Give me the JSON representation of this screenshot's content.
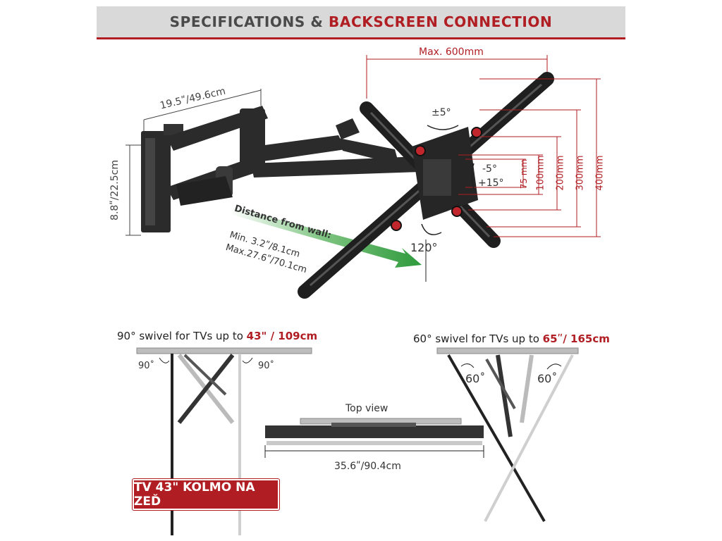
{
  "header": {
    "title_part1": "SPECIFICATIONS & ",
    "title_part2": "BACKSCREEN CONNECTION"
  },
  "dimensions": {
    "max_width": "Max. 600mm",
    "arm_length": "19.5ʺ/49.6cm",
    "wall_plate_height": "8.8ʺ/22.5cm",
    "tilt_rotation": "±5°",
    "tilt_down": "-5°",
    "tilt_up": "+15°",
    "vesa_75": "75 mm",
    "vesa_100": "100mm",
    "vesa_200": "200mm",
    "vesa_300": "300mm",
    "vesa_400": "400mm",
    "swivel_angle": "120°"
  },
  "distance": {
    "title": "Distance from wall:",
    "min": "Min. 3.2ʺ/8.1cm",
    "max": "Max.27.6ʺ/70.1cm"
  },
  "swivel_left": {
    "caption_prefix": "90° swivel for TVs up to ",
    "caption_highlight": "43\" / 109cm",
    "angle_left": "90˚",
    "angle_right": "90˚"
  },
  "swivel_right": {
    "caption_prefix": "60° swivel for TVs up to ",
    "caption_highlight": "65ʺ/ 165cm",
    "angle_left": "60˚",
    "angle_right": "60˚"
  },
  "top_view": {
    "title": "Top view",
    "width": "35.6ʺ/90.4cm"
  },
  "badge": {
    "text": "TV 43\" KOLMO NA ZEĎ"
  },
  "colors": {
    "accent_red": "#b01e23",
    "arrow_green": "#2e9a3c",
    "mount_black": "#2b2b2b"
  }
}
